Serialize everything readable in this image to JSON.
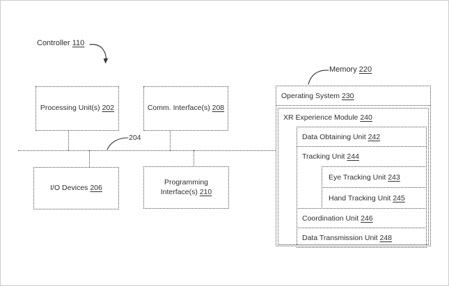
{
  "page": {
    "background": "#ffffff",
    "line_color": "#4a4a4a",
    "text_color": "#2e2e2e"
  },
  "controller": {
    "label": "Controller",
    "ref": "110"
  },
  "bus": {
    "ref": "204"
  },
  "left_boxes": {
    "processing": {
      "label": "Processing Unit(s)",
      "ref": "202"
    },
    "comm": {
      "label": "Comm. Interface(s)",
      "ref": "208"
    },
    "io": {
      "label": "I/O Devices",
      "ref": "206"
    },
    "programming": {
      "line1": "Programming",
      "line2_label": "Interface(s)",
      "ref": "210"
    }
  },
  "memory": {
    "label": "Memory",
    "ref": "220",
    "operating_system": {
      "label": "Operating System",
      "ref": "230"
    },
    "xr_module": {
      "label": "XR Experience Module",
      "ref": "240"
    },
    "units": {
      "data_obtaining": {
        "label": "Data Obtaining Unit",
        "ref": "242"
      },
      "tracking": {
        "label": "Tracking Unit",
        "ref": "244"
      },
      "eye_tracking": {
        "label": "Eye Tracking Unit",
        "ref": "243"
      },
      "hand_tracking": {
        "label": "Hand Tracking Unit",
        "ref": "245"
      },
      "coordination": {
        "label": "Coordination Unit",
        "ref": "246"
      },
      "data_transmission": {
        "label": "Data Transmission Unit",
        "ref": "248"
      }
    }
  }
}
